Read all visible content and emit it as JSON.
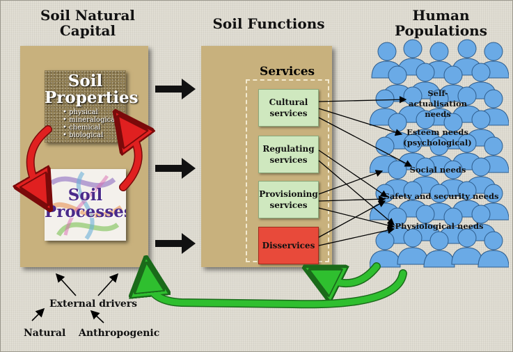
{
  "columns": {
    "soil_natural_capital": "Soil Natural\nCapital",
    "soil_functions": "Soil Functions",
    "human_populations": "Human\nPopulations"
  },
  "soil_properties": {
    "title": "Soil\nProperties",
    "items": [
      "• physical",
      "• mineralogical",
      "• chemical",
      "• biological"
    ]
  },
  "soil_processes": {
    "title": "Soil\nProcesses"
  },
  "services_header": "Services",
  "services": [
    {
      "label": "Cultural\nservices",
      "color": "#cfe8bf"
    },
    {
      "label": "Regulating\nservices",
      "color": "#cfe8bf"
    },
    {
      "label": "Provisioning\nservices",
      "color": "#cfe8bf"
    },
    {
      "label": "Disservices",
      "color": "#e84a3a"
    }
  ],
  "needs": [
    "Self-\nactualisation\nneeds",
    "Esteem needs\n(psychological)",
    "Social needs",
    "Safety and security needs",
    "Physiological needs"
  ],
  "drivers": {
    "external": "External drivers",
    "natural": "Natural",
    "anthropogenic": "Anthropogenic"
  },
  "colors": {
    "panel": "#c8b17d",
    "services_fill": "#cfe8bf",
    "disservices_fill": "#e84a3a",
    "people": "#6aaae6",
    "feedback_arrow": "#2fbf2f",
    "cycle_arrow": "#e02020"
  }
}
